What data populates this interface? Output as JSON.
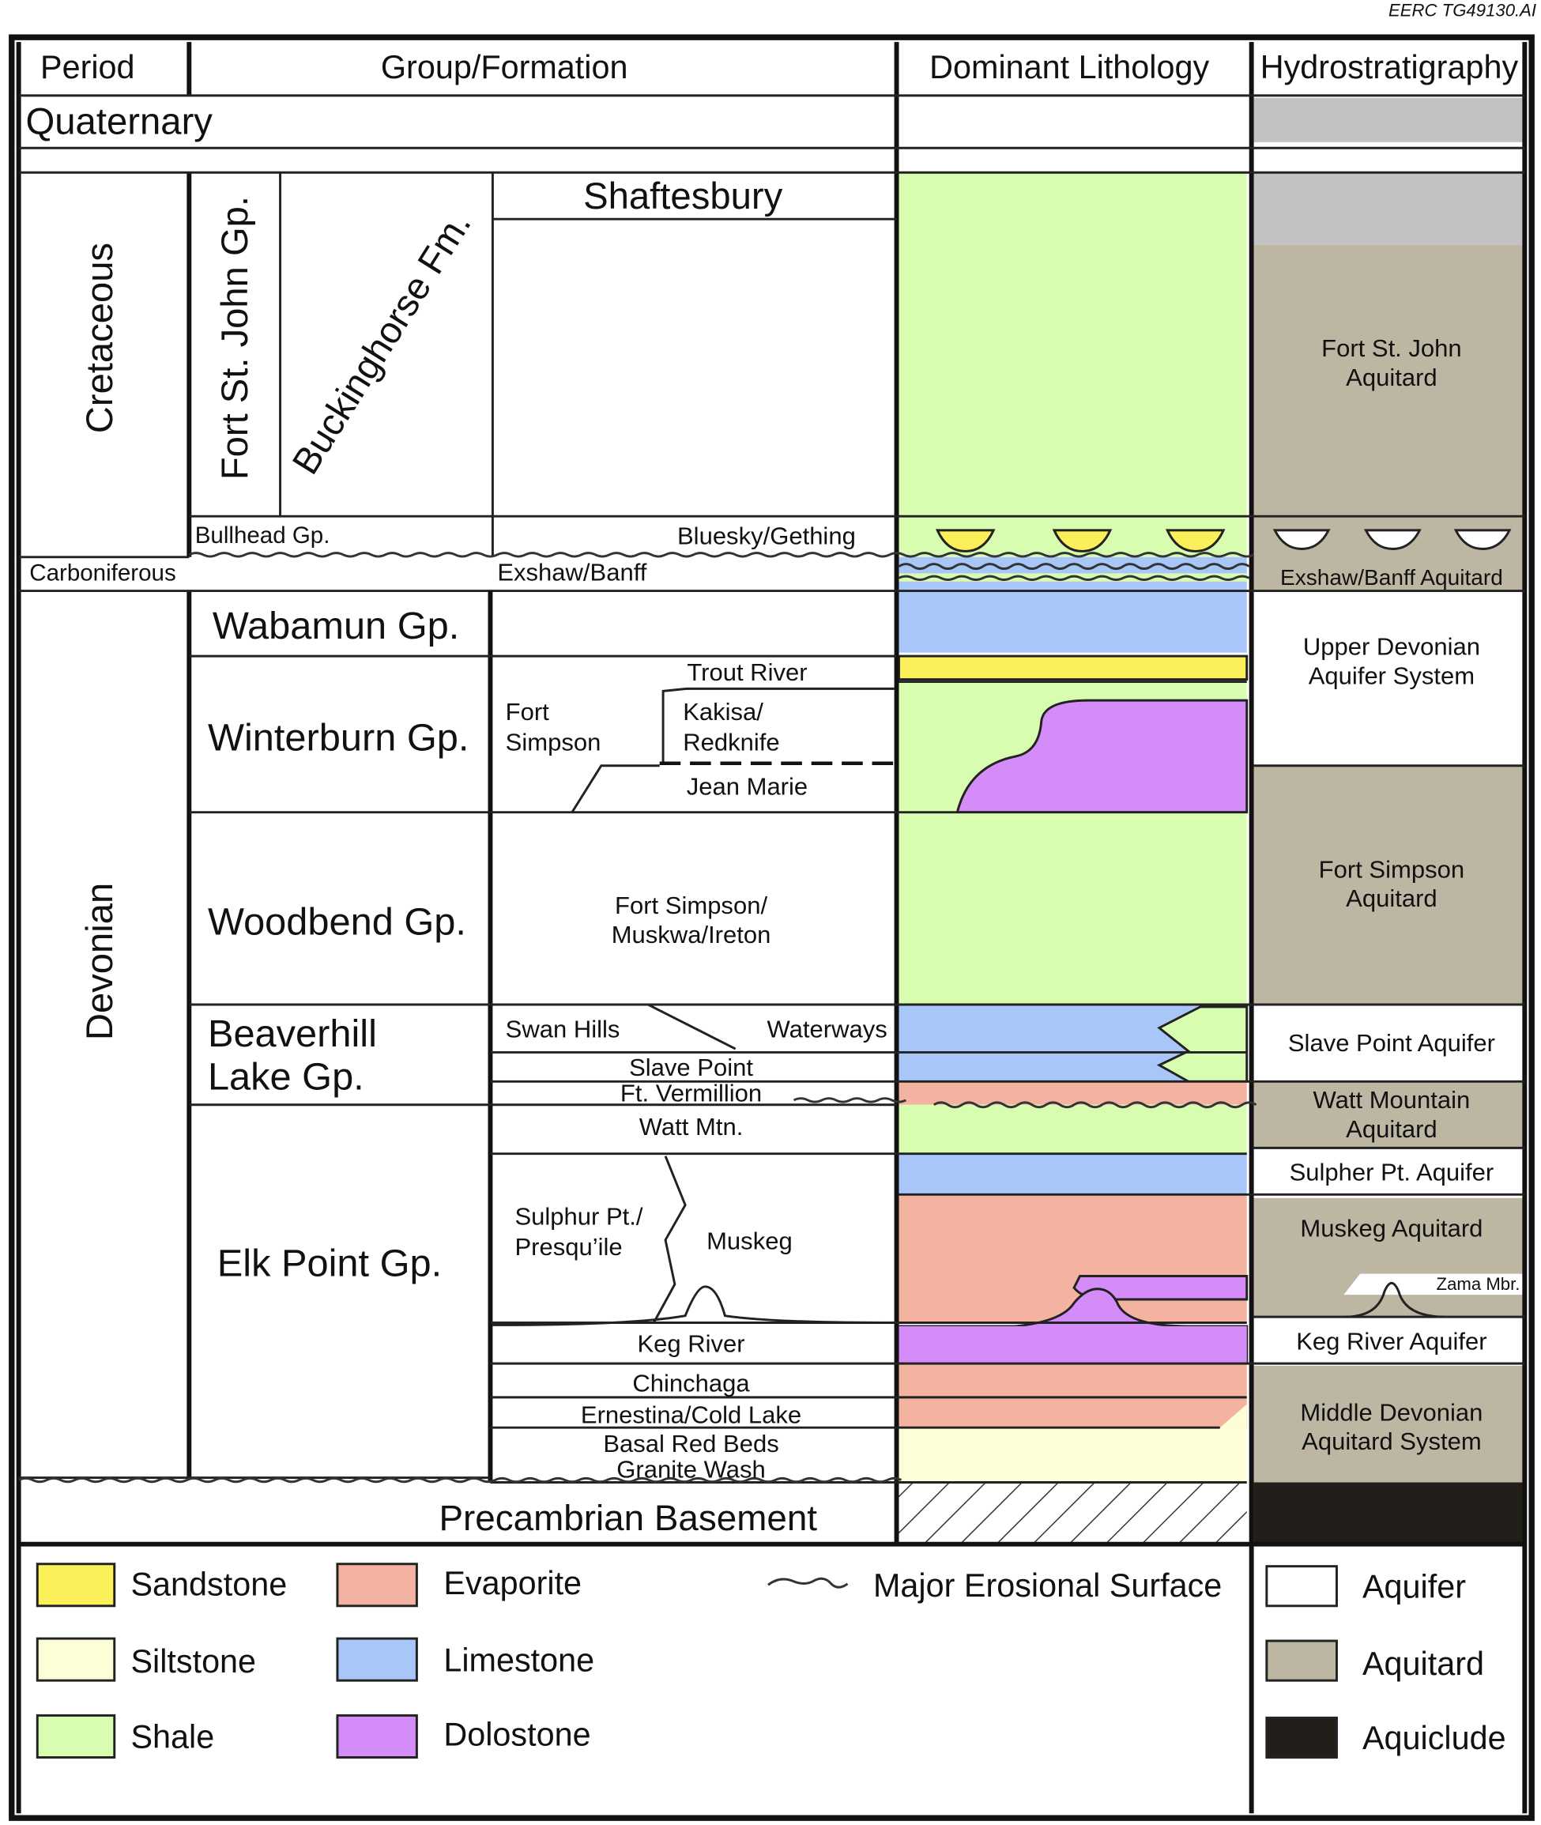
{
  "figure_id": "EERC TG49130.AI",
  "headers": {
    "period": "Period",
    "group": "Group/Formation",
    "lithology": "Dominant Lithology",
    "hydro": "Hydrostratigraphy"
  },
  "periods": {
    "quaternary": "Quaternary",
    "cretaceous": "Cretaceous",
    "carboniferous": "Carboniferous",
    "devonian": "Devonian",
    "precambrian": "Precambrian Basement"
  },
  "groups": {
    "fort_st_john": "Fort St. John Gp.",
    "buckinghorse": "Buckinghorse Fm.",
    "bullhead": "Bullhead Gp.",
    "wabamun": "Wabamun Gp.",
    "winterburn": "Winterburn Gp.",
    "woodbend": "Woodbend Gp.",
    "beaverhill": [
      "Beaverhill",
      "Lake Gp."
    ],
    "elk_point": "Elk Point Gp."
  },
  "formations": {
    "shaftesbury": "Shaftesbury",
    "bluesky": "Bluesky/Gething",
    "exshaw": "Exshaw/Banff",
    "trout_river": "Trout River",
    "fort_simpson": [
      "Fort",
      "Simpson"
    ],
    "kakisa": [
      "Kakisa/",
      "Redknife"
    ],
    "jean_marie": "Jean Marie",
    "fort_simpson_muskwa": [
      "Fort Simpson/",
      "Muskwa/Ireton"
    ],
    "swan_hills": "Swan Hills",
    "waterways": "Waterways",
    "slave_point": "Slave Point",
    "ft_vermillion": "Ft. Vermillion",
    "watt_mtn": "Watt Mtn.",
    "sulphur_pt": [
      "Sulphur Pt./",
      "Presqu’ile"
    ],
    "muskeg": "Muskeg",
    "keg_river": "Keg River",
    "chinchaga": "Chinchaga",
    "ernestina": "Ernestina/Cold Lake",
    "basal_red": "Basal Red Beds",
    "granite_wash": "Granite Wash"
  },
  "hydro": {
    "fort_st_john": [
      "Fort St. John",
      "Aquitard"
    ],
    "exshaw": "Exshaw/Banff Aquitard",
    "upper_devonian": [
      "Upper Devonian",
      "Aquifer System"
    ],
    "fort_simpson": [
      "Fort Simpson",
      "Aquitard"
    ],
    "slave_point": "Slave Point Aquifer",
    "watt_mountain": [
      "Watt Mountain",
      "Aquitard"
    ],
    "sulpher_pt": "Sulpher Pt. Aquifer",
    "muskeg": "Muskeg Aquitard",
    "zama": "Zama Mbr.",
    "keg_river": "Keg River Aquifer",
    "middle_devonian": [
      "Middle Devonian",
      "Aquitard System"
    ]
  },
  "legend": {
    "sandstone": "Sandstone",
    "siltstone": "Siltstone",
    "shale": "Shale",
    "evaporite": "Evaporite",
    "limestone": "Limestone",
    "dolostone": "Dolostone",
    "erosional": "Major Erosional Surface",
    "aquifer": "Aquifer",
    "aquitard": "Aquitard",
    "aquiclude": "Aquiclude"
  },
  "colors": {
    "sandstone": "#fbf05a",
    "siltstone": "#fdfdd8",
    "shale": "#d8fdb0",
    "evaporite": "#f4b3a0",
    "limestone": "#a9c6f9",
    "dolostone": "#d48cf8",
    "aquifer": "#ffffff",
    "aquitard": "#bdb6a3",
    "aquiclude": "#221e19",
    "unknown": "#c2c2c2"
  }
}
